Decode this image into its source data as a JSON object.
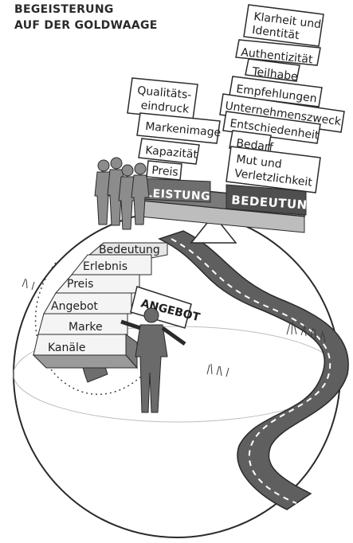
{
  "title": {
    "line1": "BEGEISTERUNG",
    "line2": "AUF DER GOLDWAAGE"
  },
  "scale": {
    "left_label": "LEISTUNG",
    "right_label": "BEDEUTUNG"
  },
  "left_pan_cards": [
    "Qualitäts-\neindruck",
    "Markenimage",
    "Kapazität",
    "Preis"
  ],
  "right_pan_cards": [
    "Klarheit und\nIdentität",
    "Authentizität",
    "Teilhabe",
    "Empfehlungen",
    "Unternehmenszweck",
    "Entschiedenheit",
    "Bedarf",
    "Mut und\nVerletzlichkeit"
  ],
  "stair_steps": [
    "Bedeutung",
    "Erlebnis",
    "Preis",
    "Angebot",
    "Marke",
    "Kanäle"
  ],
  "sign_label": "ANGEBOT",
  "colors": {
    "dark": "#5a5a5a",
    "mid": "#8a8a8a",
    "light": "#c9c9c9",
    "outline": "#2a2a2a"
  }
}
